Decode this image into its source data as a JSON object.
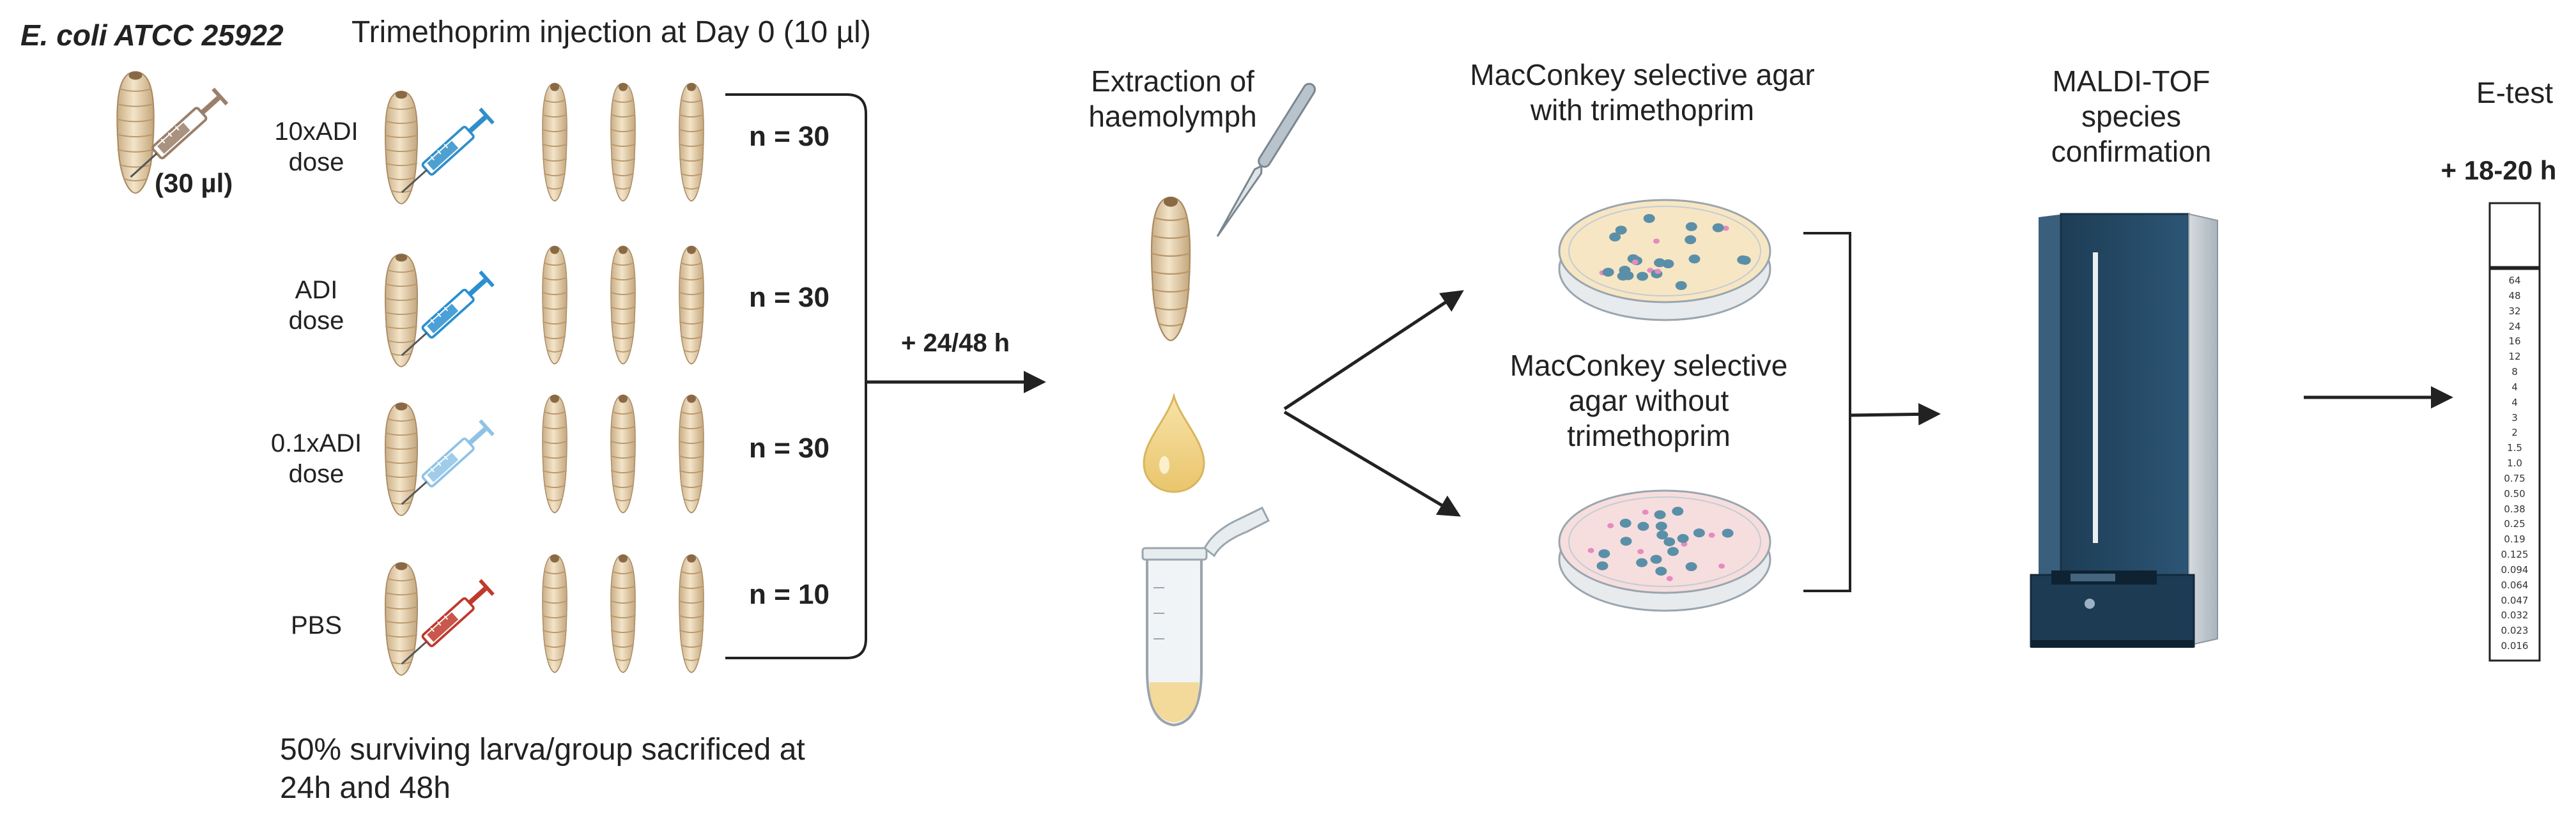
{
  "left": {
    "strain": "E. coli ATCC 25922",
    "title": "Trimethoprim injection at Day 0 (10 µl)",
    "inoculum": "(30 µl)",
    "groups": [
      {
        "dose_line1": "10xADI",
        "dose_line2": "dose",
        "n": "n = 30",
        "syringe_color": "#2f8fc9"
      },
      {
        "dose_line1": "ADI",
        "dose_line2": "dose",
        "n": "n = 30",
        "syringe_color": "#2a8fd0"
      },
      {
        "dose_line1": "0.1xADI",
        "dose_line2": "dose",
        "n": "n = 30",
        "syringe_color": "#8fc3e6"
      },
      {
        "dose_line1": "PBS",
        "dose_line2": "",
        "n": "n = 10",
        "syringe_color": "#c0392b"
      }
    ],
    "footer_line1": "50% surviving larva/group sacrificed at",
    "footer_line2": "24h and 48h"
  },
  "incubation_label": "+ 24/48 h",
  "extraction": {
    "line1": "Extraction of",
    "line2": "haemolymph"
  },
  "agar_with": {
    "line1": "MacConkey selective agar",
    "line2": "with trimethoprim"
  },
  "agar_without": {
    "line1": "MacConkey selective",
    "line2": "agar without",
    "line3": "trimethoprim"
  },
  "maldi": {
    "line1": "MALDI-TOF",
    "line2": "species",
    "line3": "confirmation"
  },
  "etest": {
    "title": "E-test",
    "time": "+ 18-20 h",
    "scale": [
      "64",
      "48",
      "32",
      "24",
      "16",
      "12",
      "8",
      "4",
      "4",
      "3",
      "2",
      "1.5",
      "1.0",
      "0.75",
      "0.50",
      "0.38",
      "0.25",
      "0.19",
      "0.125",
      "0.094",
      "0.064",
      "0.047",
      "0.032",
      "0.023",
      "0.016"
    ]
  },
  "colors": {
    "larva": "#e8d3b0",
    "arrow": "#222222",
    "agar_with": "#f7e6c4",
    "agar_without": "#f6dede",
    "colony_blue": "#5b8fa8",
    "colony_pink": "#e58bbf",
    "instrument": "#234862"
  }
}
